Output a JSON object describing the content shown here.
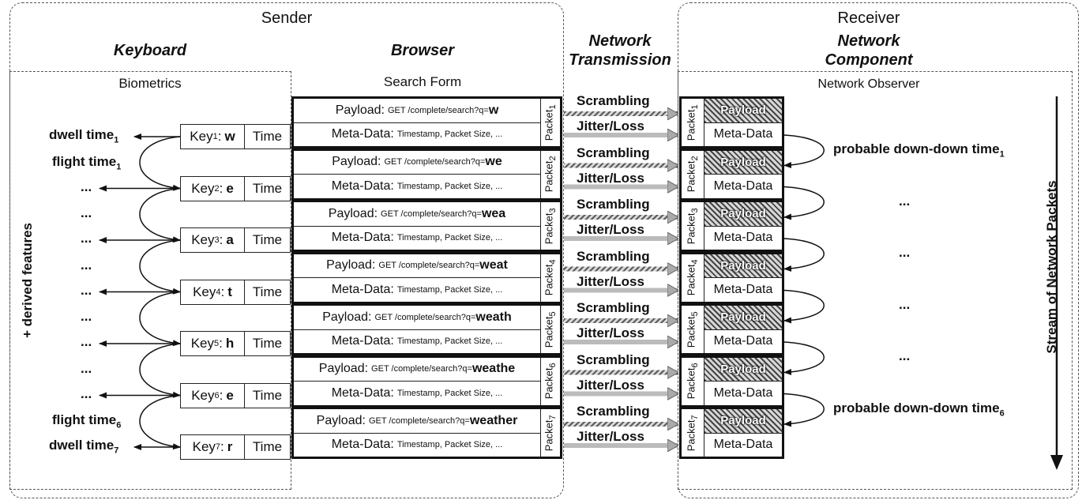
{
  "sender": {
    "title": "Sender",
    "keyboard_title": "Keyboard",
    "browser_title": "Browser",
    "biometrics_title": "Biometrics",
    "search_form_title": "Search Form",
    "derived_features": "+ derived features"
  },
  "network": {
    "title_line1": "Network",
    "title_line2": "Transmission",
    "scrambling": "Scrambling",
    "jitter": "Jitter/Loss"
  },
  "receiver": {
    "title": "Receiver",
    "component_line1": "Network",
    "component_line2": "Component",
    "observer_title": "Network Observer",
    "stream_label": "Stream of Network Packets",
    "probable_first_base": "probable down-down time",
    "probable_first_sub": "1",
    "probable_last_base": "probable down-down time",
    "probable_last_sub": "6",
    "dots": "..."
  },
  "key_rows": [
    {
      "key_label": "Key",
      "sub": "1",
      "sep": ":",
      "char": "w",
      "time": "Time",
      "left": "dwell time",
      "left_sub": "1"
    },
    {
      "key_label": "Key",
      "sub": "2",
      "sep": ":",
      "char": "e",
      "time": "Time",
      "left": "...",
      "left_sub": ""
    },
    {
      "key_label": "Key",
      "sub": "3",
      "sep": ":",
      "char": "a",
      "time": "Time",
      "left": "...",
      "left_sub": ""
    },
    {
      "key_label": "Key",
      "sub": "4",
      "sep": ":",
      "char": "t",
      "time": "Time",
      "left": "...",
      "left_sub": ""
    },
    {
      "key_label": "Key",
      "sub": "5",
      "sep": ":",
      "char": "h",
      "time": "Time",
      "left": "...",
      "left_sub": ""
    },
    {
      "key_label": "Key",
      "sub": "6",
      "sep": ":",
      "char": "e",
      "time": "Time",
      "left": "...",
      "left_sub": ""
    },
    {
      "key_label": "Key",
      "sub": "7",
      "sep": ":",
      "char": "r",
      "time": "Time",
      "left": "dwell time",
      "left_sub": "7"
    }
  ],
  "between_labels": [
    {
      "text": "flight time",
      "sub": "1"
    },
    {
      "text": "...",
      "sub": ""
    },
    {
      "text": "...",
      "sub": ""
    },
    {
      "text": "...",
      "sub": ""
    },
    {
      "text": "...",
      "sub": ""
    },
    {
      "text": "flight time",
      "sub": "6"
    }
  ],
  "packets": [
    {
      "payload_label": "Payload:",
      "url": "GET /complete/search?q=",
      "query": "w",
      "meta_label": "Meta-Data:",
      "meta_detail": "Timestamp, Packet Size, ...",
      "packet_label": "Packet",
      "packet_sub": "1"
    },
    {
      "payload_label": "Payload:",
      "url": "GET /complete/search?q=",
      "query": "we",
      "meta_label": "Meta-Data:",
      "meta_detail": "Timestamp, Packet Size, ...",
      "packet_label": "Packet",
      "packet_sub": "2"
    },
    {
      "payload_label": "Payload:",
      "url": "GET /complete/search?q=",
      "query": "wea",
      "meta_label": "Meta-Data:",
      "meta_detail": "Timestamp, Packet Size, ...",
      "packet_label": "Packet",
      "packet_sub": "3"
    },
    {
      "payload_label": "Payload:",
      "url": "GET /complete/search?q=",
      "query": "weat",
      "meta_label": "Meta-Data:",
      "meta_detail": "Timestamp, Packet Size, ...",
      "packet_label": "Packet",
      "packet_sub": "4"
    },
    {
      "payload_label": "Payload:",
      "url": "GET /complete/search?q=",
      "query": "weath",
      "meta_label": "Meta-Data:",
      "meta_detail": "Timestamp, Packet Size, ...",
      "packet_label": "Packet",
      "packet_sub": "5"
    },
    {
      "payload_label": "Payload:",
      "url": "GET /complete/search?q=",
      "query": "weathe",
      "meta_label": "Meta-Data:",
      "meta_detail": "Timestamp, Packet Size, ...",
      "packet_label": "Packet",
      "packet_sub": "6"
    },
    {
      "payload_label": "Payload:",
      "url": "GET /complete/search?q=",
      "query": "weather",
      "meta_label": "Meta-Data:",
      "meta_detail": "Timestamp, Packet Size, ...",
      "packet_label": "Packet",
      "packet_sub": "7"
    }
  ],
  "received_packets": [
    {
      "packet_label": "Packet",
      "packet_sub": "1",
      "payload": "Payload",
      "meta": "Meta-Data"
    },
    {
      "packet_label": "Packet",
      "packet_sub": "2",
      "payload": "Payload",
      "meta": "Meta-Data"
    },
    {
      "packet_label": "Packet",
      "packet_sub": "3",
      "payload": "Payload",
      "meta": "Meta-Data"
    },
    {
      "packet_label": "Packet",
      "packet_sub": "4",
      "payload": "Payload",
      "meta": "Meta-Data"
    },
    {
      "packet_label": "Packet",
      "packet_sub": "5",
      "payload": "Payload",
      "meta": "Meta-Data"
    },
    {
      "packet_label": "Packet",
      "packet_sub": "6",
      "payload": "Payload",
      "meta": "Meta-Data"
    },
    {
      "packet_label": "Packet",
      "packet_sub": "7",
      "payload": "Payload",
      "meta": "Meta-Data"
    }
  ]
}
